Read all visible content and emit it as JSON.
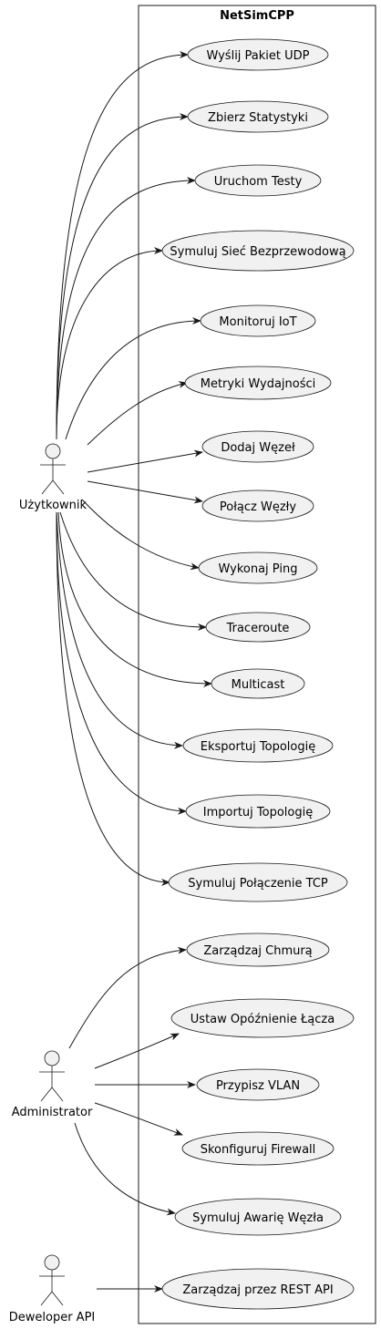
{
  "system": {
    "title": "NetSimCPP"
  },
  "actors": [
    {
      "id": "user",
      "label": "Użytkownik"
    },
    {
      "id": "admin",
      "label": "Administrator"
    },
    {
      "id": "dev",
      "label": "Deweloper API"
    }
  ],
  "use_cases": [
    {
      "id": "uc1",
      "label": "Wyślij Pakiet UDP",
      "actor": "user"
    },
    {
      "id": "uc2",
      "label": "Zbierz Statystyki",
      "actor": "user"
    },
    {
      "id": "uc3",
      "label": "Uruchom Testy",
      "actor": "user"
    },
    {
      "id": "uc4",
      "label": "Symuluj Sieć Bezprzewodową",
      "actor": "user"
    },
    {
      "id": "uc5",
      "label": "Monitoruj IoT",
      "actor": "user"
    },
    {
      "id": "uc6",
      "label": "Metryki Wydajności",
      "actor": "user"
    },
    {
      "id": "uc7",
      "label": "Dodaj Węzeł",
      "actor": "user"
    },
    {
      "id": "uc8",
      "label": "Połącz Węzły",
      "actor": "user"
    },
    {
      "id": "uc9",
      "label": "Wykonaj Ping",
      "actor": "user"
    },
    {
      "id": "uc10",
      "label": "Traceroute",
      "actor": "user"
    },
    {
      "id": "uc11",
      "label": "Multicast",
      "actor": "user"
    },
    {
      "id": "uc12",
      "label": "Eksportuj Topologię",
      "actor": "user"
    },
    {
      "id": "uc13",
      "label": "Importuj Topologię",
      "actor": "user"
    },
    {
      "id": "uc14",
      "label": "Symuluj Połączenie TCP",
      "actor": "user"
    },
    {
      "id": "uc15",
      "label": "Zarządzaj Chmurą",
      "actor": "admin"
    },
    {
      "id": "uc16",
      "label": "Ustaw Opóźnienie Łącza",
      "actor": "admin"
    },
    {
      "id": "uc17",
      "label": "Przypisz VLAN",
      "actor": "admin"
    },
    {
      "id": "uc18",
      "label": "Skonfiguruj Firewall",
      "actor": "admin"
    },
    {
      "id": "uc19",
      "label": "Symuluj Awarię Węzła",
      "actor": "admin"
    },
    {
      "id": "uc20",
      "label": "Zarządzaj przez REST API",
      "actor": "dev"
    }
  ]
}
